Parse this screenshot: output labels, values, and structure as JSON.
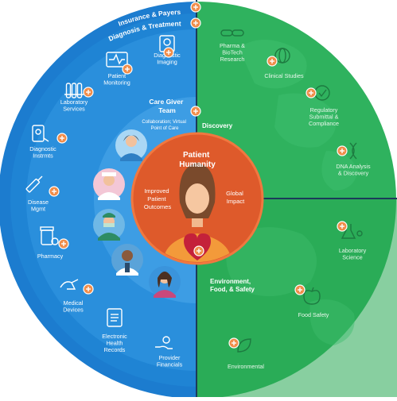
{
  "rings": {
    "insurance_label": "Insurance & Payers",
    "diagnosis_label": "Diagnosis & Treatment"
  },
  "center": {
    "title_line1": "Patient",
    "title_line2": "Humanity",
    "left_line1": "Improved",
    "left_line2": "Patient",
    "left_line3": "Outcomes",
    "right_line1": "Global",
    "right_line2": "Impact"
  },
  "care_giver": {
    "title_line1": "Care Giver",
    "title_line2": "Team",
    "sub_line1": "Collaboration; Virtual",
    "sub_line2": "Point of Care"
  },
  "left_items": [
    {
      "line1": "Patient",
      "line2": "Monitoring"
    },
    {
      "line1": "Diagnostic",
      "line2": "Imaging"
    },
    {
      "line1": "Laboratory",
      "line2": "Services"
    },
    {
      "line1": "Diagnostic",
      "line2": "Instrmts"
    },
    {
      "line1": "Disease",
      "line2": "Mgmt"
    },
    {
      "line1": "Pharmacy",
      "line2": ""
    },
    {
      "line1": "Medical",
      "line2": "Devices"
    },
    {
      "line1": "Electronic",
      "line2": "Health",
      "line3": "Records"
    },
    {
      "line1": "Provider",
      "line2": "Financials"
    }
  ],
  "discovery": {
    "title": "Discovery",
    "items": [
      {
        "line1": "Pharma &",
        "line2": "BioTech",
        "line3": "Research"
      },
      {
        "line1": "Clinical Studies"
      },
      {
        "line1": "Regulatory",
        "line2": "Submittal &",
        "line3": "Compliance"
      },
      {
        "line1": "DNA Analysis",
        "line2": "& Discovery"
      }
    ]
  },
  "environment": {
    "title_line1": "Environment,",
    "title_line2": "Food, & Safety",
    "items": [
      {
        "line1": "Laboratory",
        "line2": "Science"
      },
      {
        "line1": "Food Safety"
      },
      {
        "line1": "Environmental"
      }
    ]
  },
  "colors": {
    "outer_blue": "#1c7ccf",
    "mid_blue": "#2a8fdc",
    "inner_blue": "#48a8ea",
    "green_dark": "#2bab58",
    "green_mid": "#34b964",
    "center_orange": "#de5a2b",
    "plus_orange": "#f08d4a"
  },
  "icons": {
    "plus": "plus-icon",
    "heart": "heart-icon"
  }
}
